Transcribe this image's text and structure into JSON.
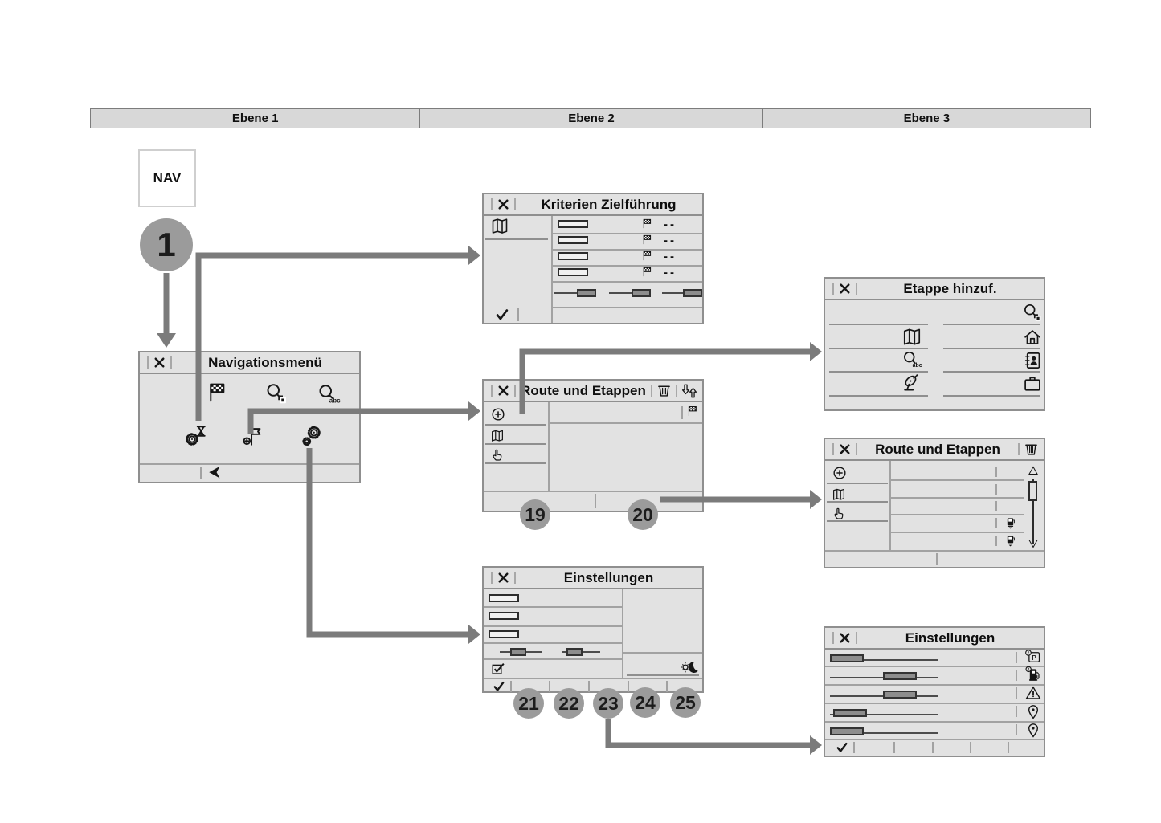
{
  "header": {
    "levels": [
      "Ebene 1",
      "Ebene 2",
      "Ebene 3"
    ]
  },
  "nav_key": {
    "label": "NAV"
  },
  "callouts": {
    "start": "1",
    "route": [
      "19",
      "20"
    ],
    "settings": [
      "21",
      "22",
      "23",
      "24",
      "25"
    ]
  },
  "glyphs": {
    "dashes": "--",
    "abc": "abc",
    "parking": "P"
  },
  "panels": {
    "navigationsmenu": {
      "title": "Navigationsmenü"
    },
    "kriterien_zielfuehrung": {
      "title": "Kriterien Zielführung",
      "options": [
        {
          "value": "--"
        },
        {
          "value": "--"
        },
        {
          "value": "--"
        },
        {
          "value": "--"
        }
      ]
    },
    "route_und_etappen_e2": {
      "title": "Route und Etappen"
    },
    "etappe_hinzuf": {
      "title": "Etappe hinzuf."
    },
    "route_und_etappen_e3": {
      "title": "Route und Etappen"
    },
    "einstellungen_e2": {
      "title": "Einstellungen"
    },
    "einstellungen_e3": {
      "title": "Einstellungen"
    }
  },
  "icons": {
    "close-icon": "heavy-x",
    "confirm-check-icon": "checkmark",
    "map-icon": "folded-map",
    "address-entry-icon": "card-with-hand",
    "destination-flag-icon": "checkered-flag",
    "poi-search-icon": "magnifier-with-squares",
    "name-search-icon": "magnifier-abc",
    "guidance-criteria-icon": "gear-with-hourglass",
    "route-stages-icon": "flag-with-plus",
    "settings-icon": "two-gears",
    "add-stage-icon": "circled-plus",
    "touch-select-icon": "pointing-hand",
    "delete-icon": "trash-can",
    "reorder-icon": "up-down-arrows",
    "home-icon": "house",
    "contacts-icon": "address-book",
    "coords-icon": "satellite-dish",
    "work-icon": "briefcase",
    "day-night-icon": "sun-and-moon",
    "checkbox-icon": "checked-box",
    "cursor-icon": "map-cursor",
    "parking-alert-icon": "parking-warning",
    "fuel-alert-icon": "fuel-warning",
    "warning-icon": "triangle-exclamation",
    "location-pin-icon": "map-pin",
    "stage-marker-icon": "fuel-stage-marker",
    "scroll-up-icon": "triangle-up",
    "scroll-down-icon": "triangle-down"
  },
  "colors": {
    "background": "#ffffff",
    "panel_bg": "#e2e2e2",
    "panel_border": "#8f8f8f",
    "header_bg": "#d8d8d8",
    "arrow": "#7b7b7b",
    "circle_bg": "#9b9b9b",
    "icon_ink": "#161616"
  }
}
